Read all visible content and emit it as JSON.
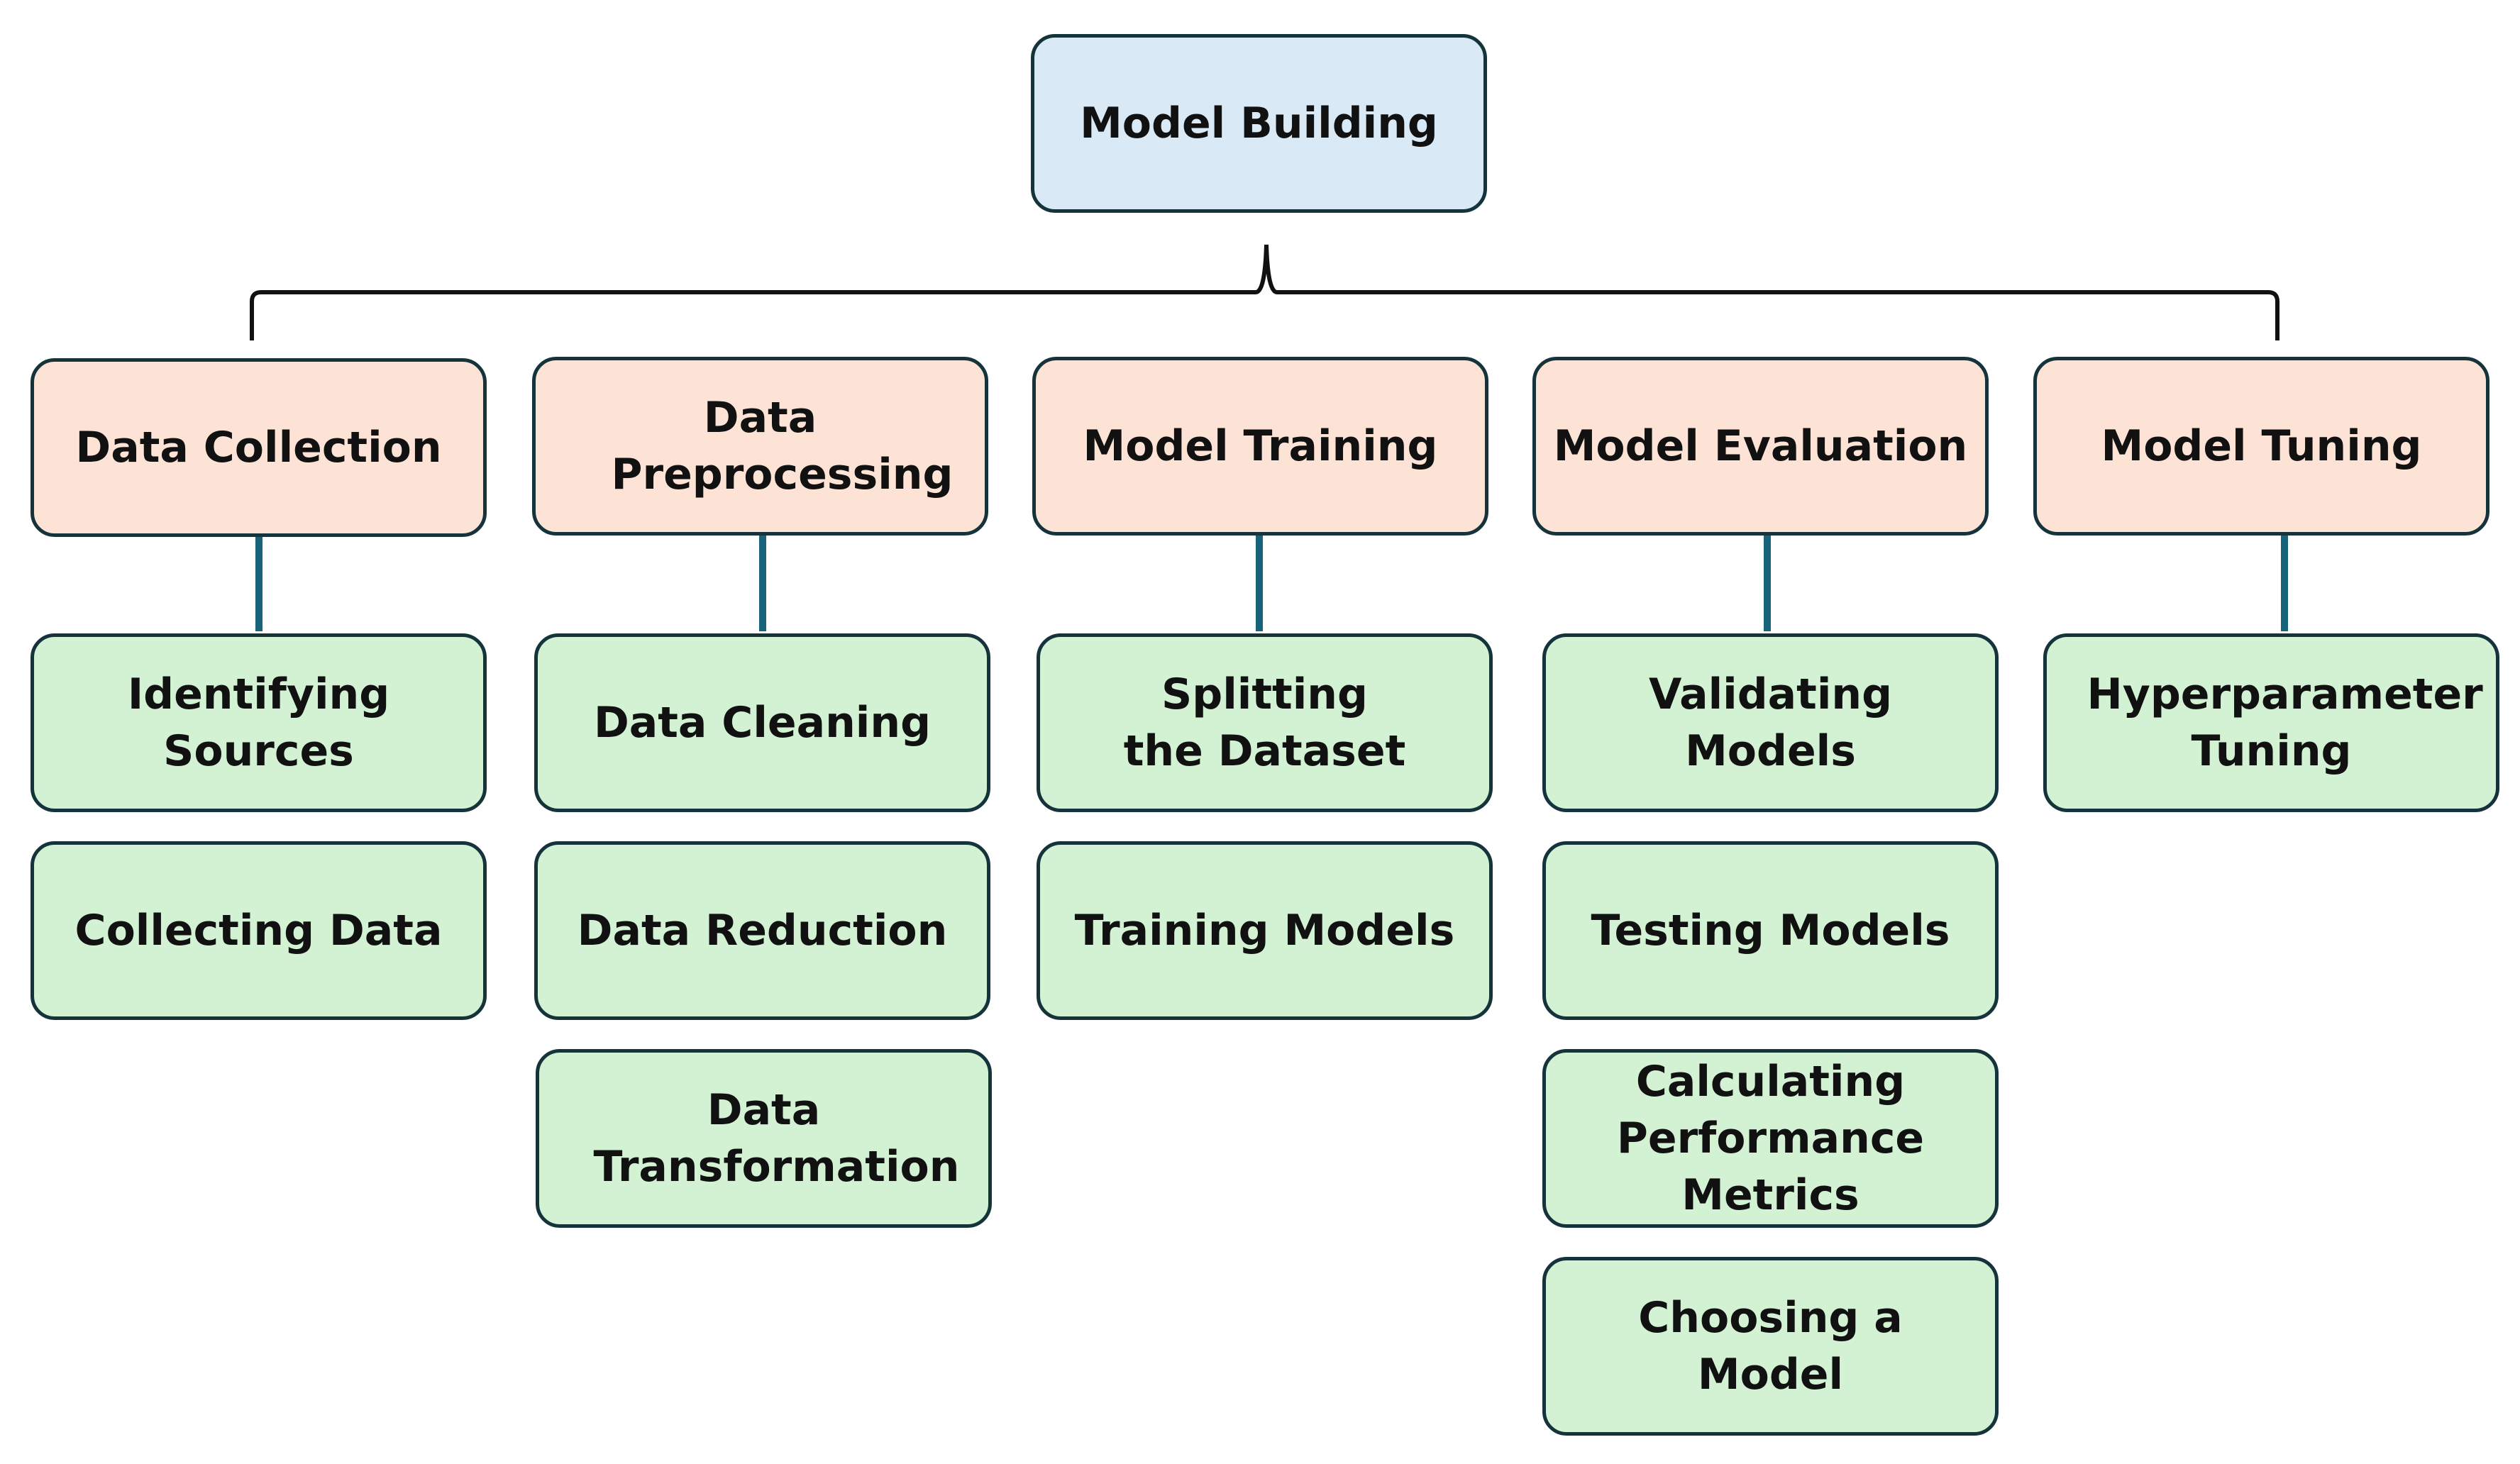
{
  "diagram": {
    "root": {
      "label": "Model Building"
    },
    "stages": [
      {
        "label": "Data Collection"
      },
      {
        "label": "Data Preprocessing"
      },
      {
        "label": "Model Training"
      },
      {
        "label": "Model Evaluation"
      },
      {
        "label": "Model Tuning"
      }
    ],
    "tasks": {
      "collection": [
        "Identifying Sources",
        "Collecting Data"
      ],
      "preprocessing": [
        "Data Cleaning",
        "Data Reduction",
        "Data Transformation"
      ],
      "training": [
        "Splitting the Dataset",
        "Training Models"
      ],
      "evaluation": [
        "Validating Models",
        "Testing Models",
        "Calculating Performance Metrics",
        "Choosing a Model"
      ],
      "tuning": [
        "Hyperparameter Tuning"
      ]
    },
    "colors": {
      "root_fill": "#d9eaf6",
      "stage_fill": "#fde3d6",
      "task_fill": "#d3f2d4",
      "border": "#15333a",
      "bracket_line": "#111111",
      "connector": "#16637a"
    }
  }
}
